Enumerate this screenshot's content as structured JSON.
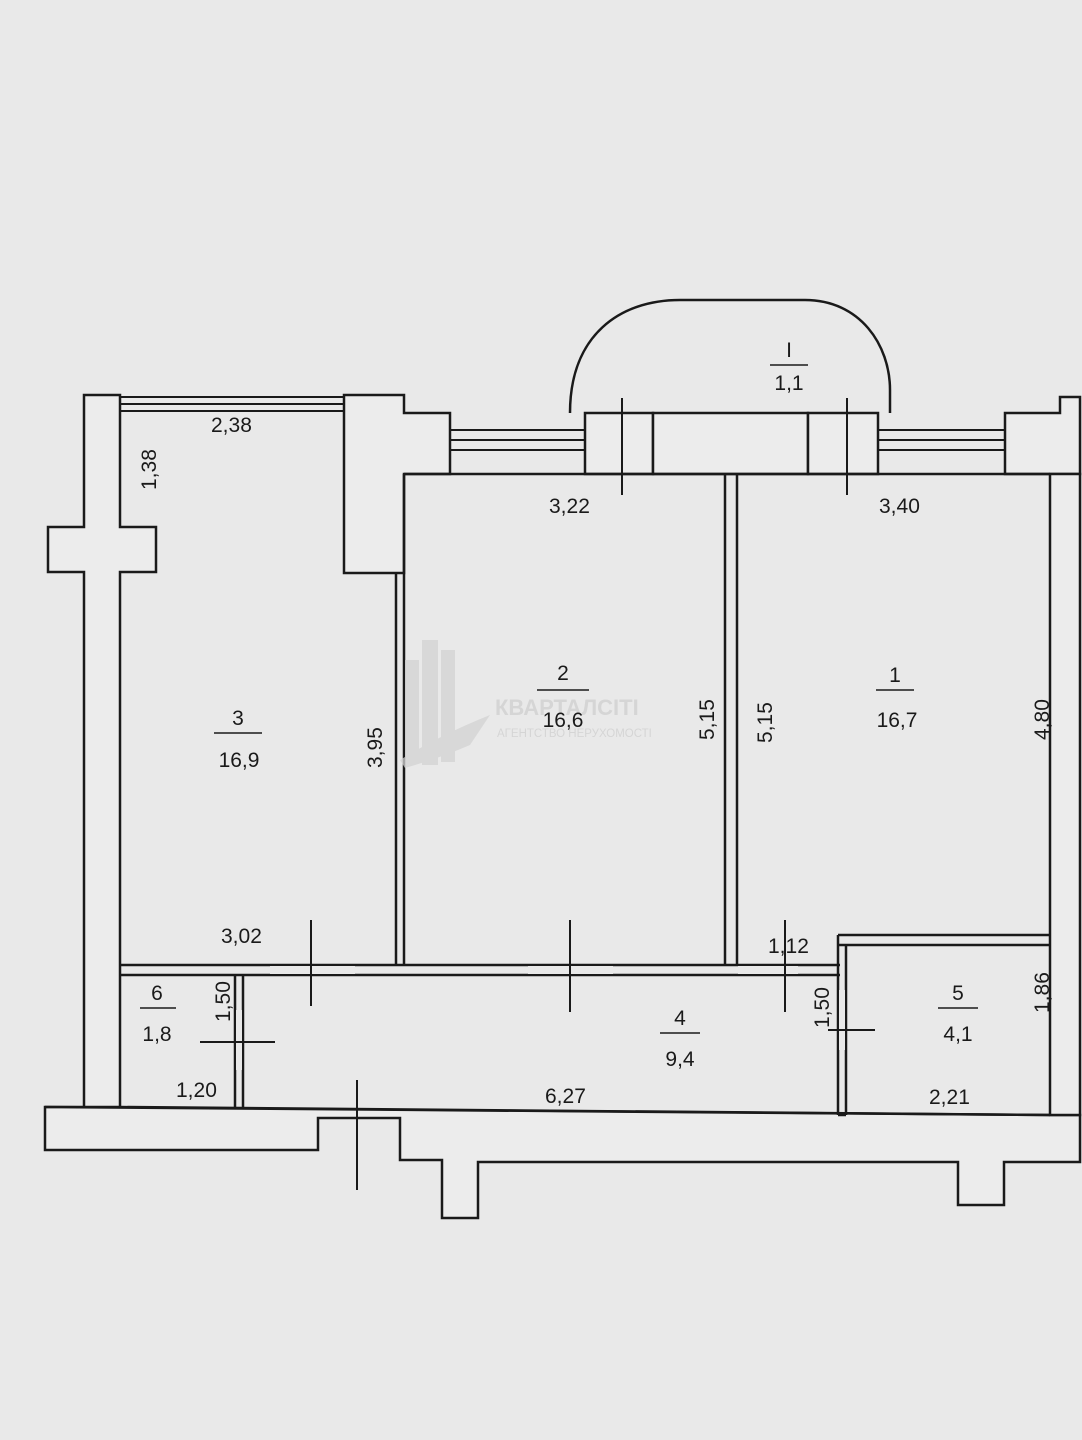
{
  "rooms": [
    {
      "number": "I",
      "area": "1,1"
    },
    {
      "number": "1",
      "area": "16,7"
    },
    {
      "number": "2",
      "area": "16,6"
    },
    {
      "number": "3",
      "area": "16,9"
    },
    {
      "number": "4",
      "area": "9,4"
    },
    {
      "number": "5",
      "area": "4,1"
    },
    {
      "number": "6",
      "area": "1,8"
    }
  ],
  "dimensions": {
    "room3_top": "2,38",
    "room3_side": "1,38",
    "room3_height": "3,95",
    "room3_bottom": "3,02",
    "room2_top": "3,22",
    "room2_right": "5,15",
    "room1_left": "5,15",
    "room1_top": "3,40",
    "room1_right": "4,80",
    "corridor_step": "1,12",
    "room5_height": "1,86",
    "room5_left": "1,50",
    "room5_bottom": "2,21",
    "room6_height": "1,50",
    "room6_bottom": "1,20",
    "corridor_bottom": "6,27"
  },
  "watermark": {
    "brand": "КВАРТАЛСІТІ",
    "tagline": "АГЕНТСТВО НЕРУХОМОСТІ"
  },
  "colors": {
    "paper": "#e9e9e9",
    "ink": "#1a1a1a",
    "wall_fill": "#ececec"
  }
}
